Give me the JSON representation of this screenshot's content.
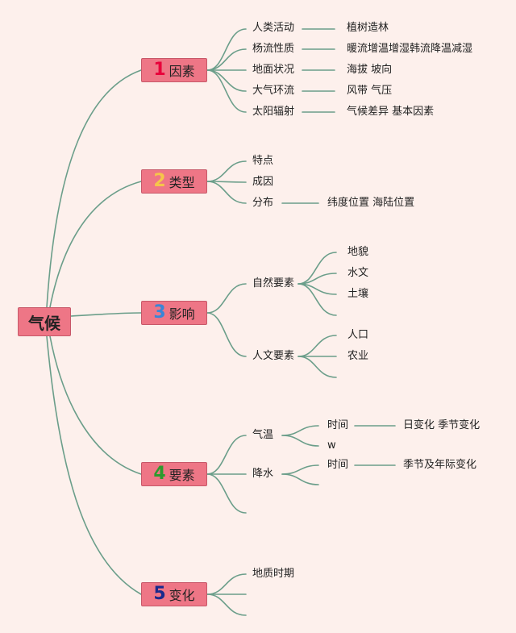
{
  "root": "气候",
  "branches": [
    {
      "num": "1",
      "num_color": "#e8003a",
      "label": "因素",
      "children": [
        {
          "label": "人类活动",
          "detail": "植树造林"
        },
        {
          "label": "杨流性质",
          "detail": "暖流增温增湿韩流降温减湿"
        },
        {
          "label": "地面状况",
          "detail": "海拔 坡向"
        },
        {
          "label": "大气环流",
          "detail": "风带 气压"
        },
        {
          "label": "太阳辐射",
          "detail": "气候差异 基本因素"
        }
      ]
    },
    {
      "num": "2",
      "num_color": "#f6c54a",
      "label": "类型",
      "children": [
        {
          "label": "特点"
        },
        {
          "label": "成因"
        },
        {
          "label": "分布",
          "detail": "纬度位置 海陆位置"
        }
      ]
    },
    {
      "num": "3",
      "num_color": "#3a85d6",
      "label": "影响",
      "children": [
        {
          "label": "自然要素",
          "items": [
            "地貌",
            "水文",
            "土壤",
            ""
          ]
        },
        {
          "label": "人文要素",
          "items": [
            "人口",
            "农业",
            ""
          ]
        }
      ]
    },
    {
      "num": "4",
      "num_color": "#2e9a2e",
      "label": "要素",
      "children": [
        {
          "label": "气温",
          "items": [
            {
              "label": "时间",
              "detail": "日变化 季节变化"
            },
            {
              "label": "w"
            }
          ]
        },
        {
          "label": "降水",
          "items": [
            {
              "label": "时间",
              "detail": "季节及年际变化"
            },
            {
              "label": ""
            }
          ]
        },
        {
          "label": ""
        }
      ]
    },
    {
      "num": "5",
      "num_color": "#1a2a8c",
      "label": "变化",
      "children": [
        {
          "label": "地质时期"
        },
        {
          "label": ""
        },
        {
          "label": ""
        }
      ]
    }
  ],
  "colors": {
    "line": "#6b9e8a",
    "node_fill": "#ee7686",
    "background": "#fdf0ec"
  }
}
